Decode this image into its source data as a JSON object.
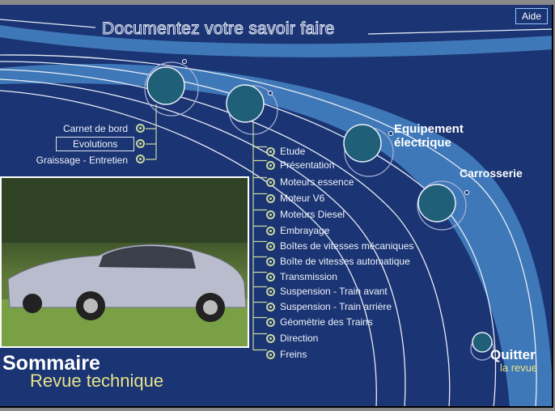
{
  "header": {
    "title": "Documentez votre savoir faire",
    "help_label": "Aide"
  },
  "general_menu": [
    {
      "label": "Carnet de bord"
    },
    {
      "label": "Evolutions"
    },
    {
      "label": "Graissage - Entretien"
    }
  ],
  "mechanics_menu": [
    {
      "label": "Etude"
    },
    {
      "label": "Présentation"
    },
    {
      "label": "Moteurs essence"
    },
    {
      "label": "Moteur V6"
    },
    {
      "label": "Moteurs Diesel"
    },
    {
      "label": "Embrayage"
    },
    {
      "label": "Boîtes de vitesses mécaniques"
    },
    {
      "label": "Boîte de vitesses automatique"
    },
    {
      "label": "Transmission"
    },
    {
      "label": "Suspension - Train avant"
    },
    {
      "label": "Suspension - Train arrière"
    },
    {
      "label": "Géométrie des Trains"
    },
    {
      "label": "Direction"
    },
    {
      "label": "Freins"
    }
  ],
  "categories": {
    "electrical_line1": "Equipement",
    "electrical_line2": "électrique",
    "body": "Carrosserie"
  },
  "footer": {
    "title": "Sommaire",
    "subtitle": "Revue technique",
    "quit_label": "Quitter",
    "quit_sub": "la revue"
  },
  "colors": {
    "background": "#1b3473",
    "band": "#3f78b8",
    "node": "#1f5f78",
    "accent": "#e8e48a"
  }
}
